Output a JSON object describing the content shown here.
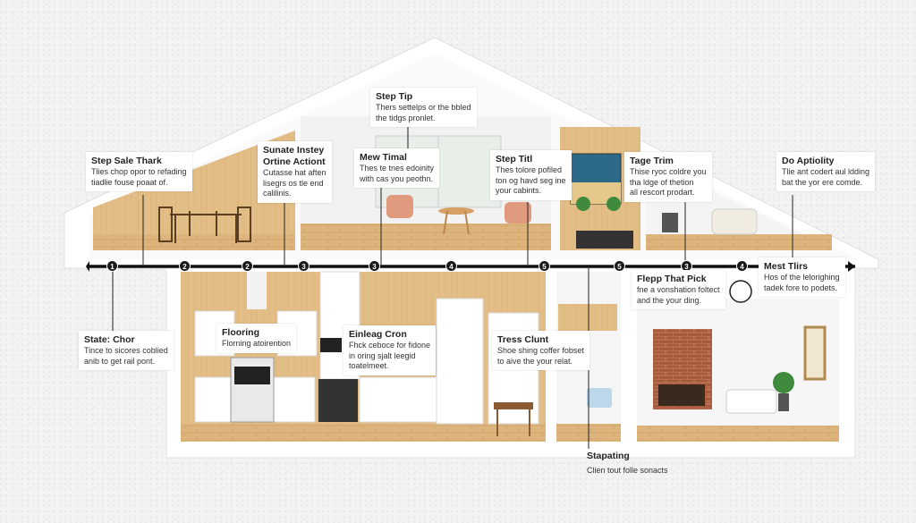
{
  "callouts": [
    {
      "id": "step-sale-thark",
      "title": "Step Sale Thark",
      "body": "Tlies chop opor to refading\ntiadlie fouse poaat of."
    },
    {
      "id": "sunate-instey",
      "title": "Sunate Instey\nOrtine Actiont",
      "body": "Cutasse hat aften\nlisegrs os tle end\ncalilinis."
    },
    {
      "id": "step-tip",
      "title": "Step Tip",
      "body": "Thers settelps or the bbled\nthe tidgs pronlet."
    },
    {
      "id": "mew-timal",
      "title": "Mew Timal",
      "body": "Thes te tnes edoinity\nwith cas you peothn."
    },
    {
      "id": "step-titl",
      "title": "Step Titl",
      "body": "Thes tolore pofiled\nton og havd seg ine\nyour cabints."
    },
    {
      "id": "tage-trim",
      "title": "Tage Trim",
      "body": "Thise ryoc coldre you\ntha ldge of thetion\nall rescort prodart."
    },
    {
      "id": "do-aptiolity",
      "title": "Do Aptiolity",
      "body": "Tlie ant codert aul ldding\nbat the yor ere comde."
    },
    {
      "id": "mest-tlirs",
      "title": "Mest Tlirs",
      "body": "Hos of the lelorighing\ntadek fore to podets."
    },
    {
      "id": "flooring",
      "title": "Flooring",
      "body": "Florning atoirention"
    },
    {
      "id": "state-chor",
      "title": "State: Chor",
      "body": "Tince to sicores coblied\nanib to get rail pont."
    },
    {
      "id": "einleag-cron",
      "title": "Einleag Cron",
      "body": "Fhck ceboce for fidone\nin oring sjalt leegid\ntoatelmeet."
    },
    {
      "id": "tress-clunt",
      "title": "Tress Clunt",
      "body": "Shoe shing coffer fobset\nto aive the your relat."
    },
    {
      "id": "flepp-that-pick",
      "title": "Flepp That Pick",
      "body": "fne a vonshation foltect\nand the your ding."
    },
    {
      "id": "stapating",
      "title": "Stapating",
      "body": "Clien tout folle sonacts"
    }
  ],
  "timeline": {
    "markers": [
      "1",
      "2",
      "2",
      "3",
      "3",
      "4",
      "5",
      "5",
      "3",
      "4"
    ]
  },
  "colors": {
    "wood": "#d9b27a",
    "wood_dark": "#c99a5c",
    "timeline": "#111111",
    "wall": "#ffffff",
    "roof": "#f7f7f7"
  }
}
